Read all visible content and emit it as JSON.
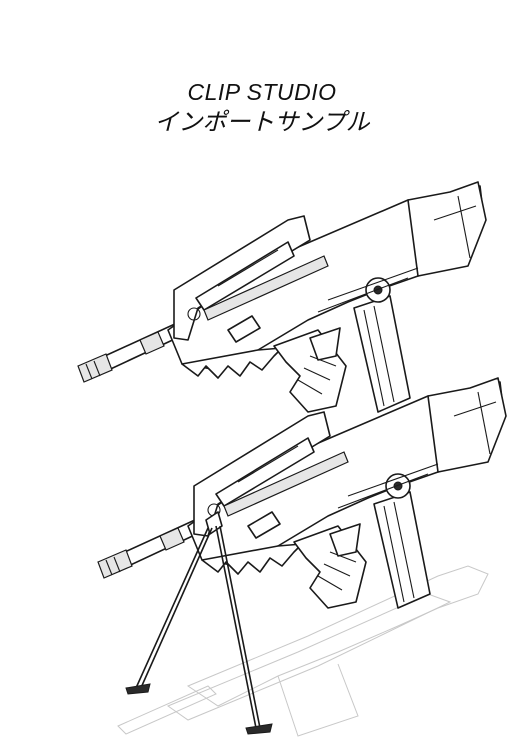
{
  "title": {
    "line1": "CLIP STUDIO",
    "line2": "インポートサンプル"
  },
  "illustrations": [
    {
      "name": "rifle-illustration-top",
      "has_bipod": false
    },
    {
      "name": "rifle-illustration-bottom",
      "has_bipod": true
    }
  ]
}
